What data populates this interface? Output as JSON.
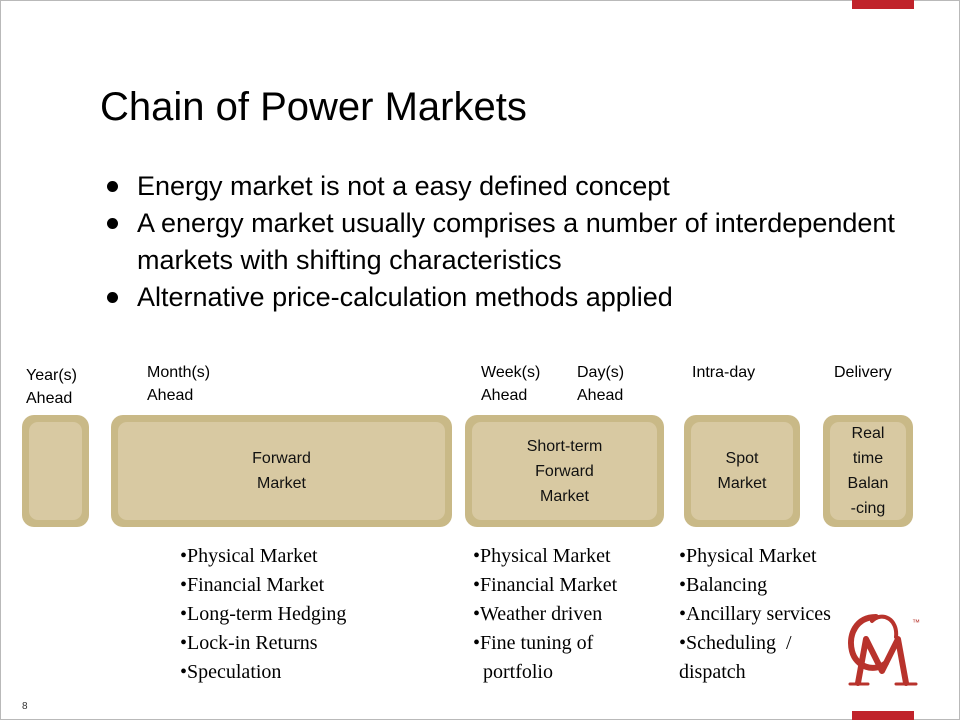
{
  "slide": {
    "title": "Chain of Power Markets",
    "page_number": "8",
    "accent_color": "#c0232b",
    "box_outer_color": "#c9b987",
    "box_inner_color": "#d8c9a2"
  },
  "bullets": [
    "Energy market is not a easy defined concept",
    "A energy market usually comprises a number of interdependent markets with shifting characteristics",
    "Alternative price-calculation methods applied"
  ],
  "timeline_labels": [
    "Year(s)\nAhead",
    "Month(s)\nAhead",
    "Week(s)\nAhead",
    "Day(s)\nAhead",
    "Intra-day",
    "Delivery"
  ],
  "markets": [
    {
      "name": ""
    },
    {
      "name": "Forward\nMarket"
    },
    {
      "name": "Short-term\nForward\nMarket"
    },
    {
      "name": "Spot\nMarket"
    },
    {
      "name": "Real\ntime\nBalan\n-cing"
    }
  ],
  "feature_lists": [
    "•Physical Market\n•Financial Market\n•Long-term Hedging\n•Lock-in Returns\n•Speculation",
    "•Physical Market\n•Financial Market\n•Weather driven\n•Fine tuning of\n  portfolio",
    "•Physical Market\n•Balancing\n•Ancillary services\n•Scheduling  /\ndispatch"
  ],
  "logo": {
    "icon": "om-logo-icon",
    "trademark": "™"
  }
}
